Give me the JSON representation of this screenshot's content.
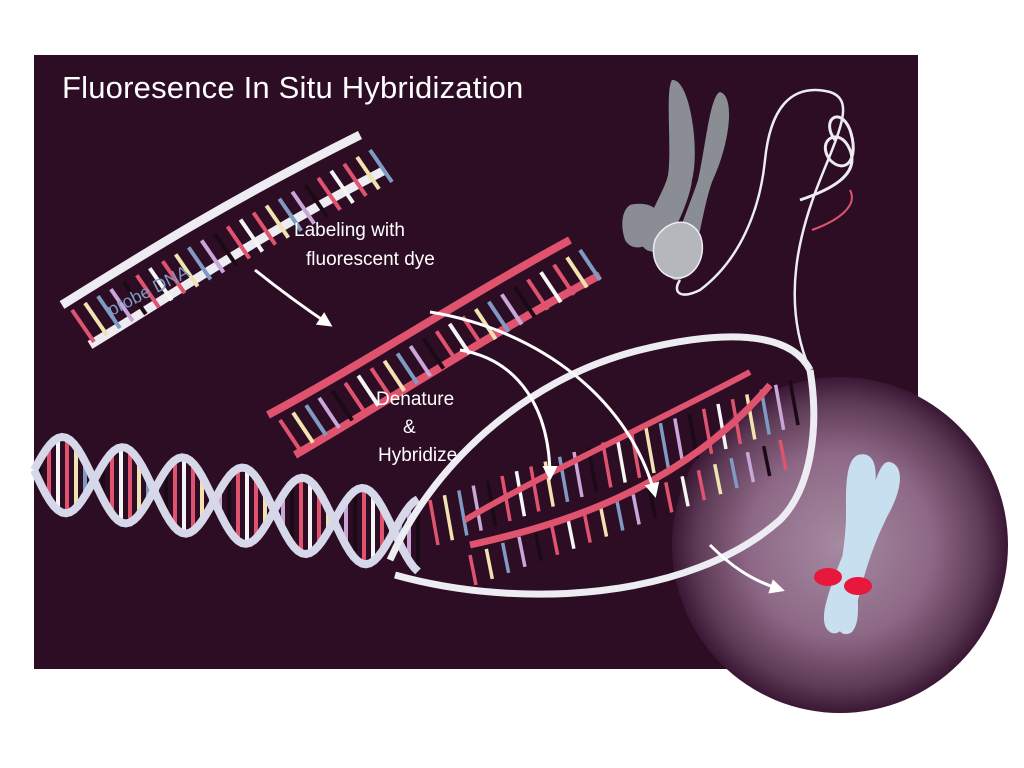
{
  "title": "Fluoresence In Situ Hybridization",
  "labels": {
    "labeling_line1": "Labeling with",
    "labeling_line2": "fluorescent dye",
    "denature": "Denature",
    "ampersand": "&",
    "hybridize": "Hybridize",
    "probe": "probe DNA"
  },
  "colors": {
    "background": "#2c0d24",
    "backbone": "#ececf2",
    "probe_label": "#7f9bc4",
    "labeled_strand": "#e0536f",
    "chromosome_gray": "#8a8d94",
    "chromosome_light": "#c8dff0",
    "fluorescent_spot": "#e8183c",
    "nucleus_glow": "#9a7a95"
  }
}
